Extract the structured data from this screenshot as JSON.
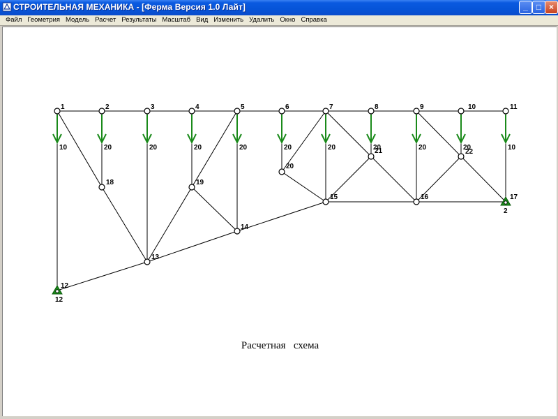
{
  "window": {
    "title": "СТРОИТЕЛЬНАЯ   МЕХАНИКА - [Ферма Версия 1.0 Лайт]",
    "buttons": {
      "minimize": "_",
      "maximize": "□",
      "close": "×"
    }
  },
  "menu": [
    "Файл",
    "Геометрия",
    "Модель",
    "Расчет",
    "Результаты",
    "Масштаб",
    "Вид",
    "Изменить",
    "Удалить",
    "Окно",
    "Справка"
  ],
  "colors": {
    "load_arrow": "#1a8a1a",
    "support": "#1a8a1a",
    "line": "#000000"
  },
  "truss": {
    "node_labels": [
      "1",
      "2",
      "3",
      "4",
      "5",
      "6",
      "7",
      "8",
      "9",
      "10",
      "11",
      "12",
      "13",
      "14",
      "15",
      "16",
      "17",
      "18",
      "19",
      "20",
      "21",
      "22"
    ],
    "loads": [
      {
        "node": "1",
        "value": "10"
      },
      {
        "node": "2",
        "value": "20"
      },
      {
        "node": "3",
        "value": "20"
      },
      {
        "node": "4",
        "value": "20"
      },
      {
        "node": "5",
        "value": "20"
      },
      {
        "node": "6",
        "value": "20"
      },
      {
        "node": "7",
        "value": "20"
      },
      {
        "node": "8",
        "value": "20"
      },
      {
        "node": "9",
        "value": "20"
      },
      {
        "node": "10",
        "value": "20"
      },
      {
        "node": "11",
        "value": "10"
      }
    ],
    "supports": [
      {
        "node": "12",
        "label": "12"
      },
      {
        "node": "17",
        "label": "2"
      }
    ]
  },
  "caption": "Расчетная   схема"
}
